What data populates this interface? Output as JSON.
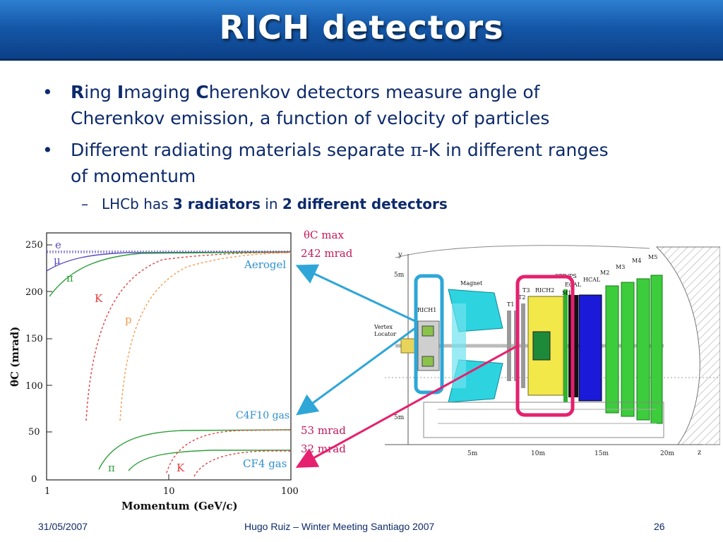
{
  "slide": {
    "title": "RICH detectors",
    "bullet1": {
      "parts": [
        "R",
        "ing ",
        "I",
        "maging ",
        "C",
        "herenkov detectors measure angle of"
      ],
      "line2": "Cherenkov emission, a function of velocity of particles"
    },
    "bullet2": {
      "line1_pre": "Different radiating materials separate ",
      "pi": "π",
      "line1_post": "-K in different ranges",
      "line2": "of momentum"
    },
    "sub1": {
      "pre": "LHCb has ",
      "b1": "3 radiators",
      "mid": " in ",
      "b2": "2 different detectors"
    },
    "bullet_symbol": "•",
    "dash_symbol": "–"
  },
  "plot": {
    "ylabel": "θC  (mrad)",
    "xlabel": "Momentum  (GeV/c)",
    "yticks": [
      "0",
      "50",
      "100",
      "150",
      "200",
      "250"
    ],
    "xticks": [
      "1",
      "10",
      "100"
    ],
    "theta_max_label": "θC max",
    "mrad242": "242 mrad",
    "mrad53": "53 mrad",
    "mrad32": "32 mrad",
    "aerogel": "Aerogel",
    "c4f10": "C4F10 gas",
    "cf4": "CF4 gas",
    "curve_e": "e",
    "curve_mu": "μ",
    "curve_pi": "π",
    "curve_K": "K",
    "curve_p": "p",
    "low_pi": "π",
    "low_K": "K"
  },
  "detector": {
    "y_axis": "y",
    "z_axis": "z",
    "y_ticks": [
      "5m",
      "5m"
    ],
    "z_ticks": [
      "5m",
      "10m",
      "15m",
      "20m"
    ],
    "labels": {
      "vertex": "Vertex",
      "locator": "Locator",
      "rich1": "RICH1",
      "magnet": "Magnet",
      "t1": "T1",
      "t2": "T2",
      "t3": "T3",
      "rich2": "RICH2",
      "spdps": "SPD/PS",
      "ecal": "ECAL",
      "hcal": "HCAL",
      "m1": "M1",
      "m2": "M2",
      "m3": "M3",
      "m4": "M4",
      "m5": "M5"
    }
  },
  "colors": {
    "title_bar": "#1557a8",
    "text": "#0d2a6b",
    "arrow_blue": "#2ea6d8",
    "arrow_magenta": "#e5206e",
    "curve_green": "#2e9e3a",
    "curve_red": "#e53b3b",
    "curve_orange": "#f39a4a",
    "curve_purple": "#5a4cc0"
  },
  "footer": {
    "date": "31/05/2007",
    "center": "Hugo Ruiz – Winter Meeting Santiago 2007",
    "page": "26"
  }
}
